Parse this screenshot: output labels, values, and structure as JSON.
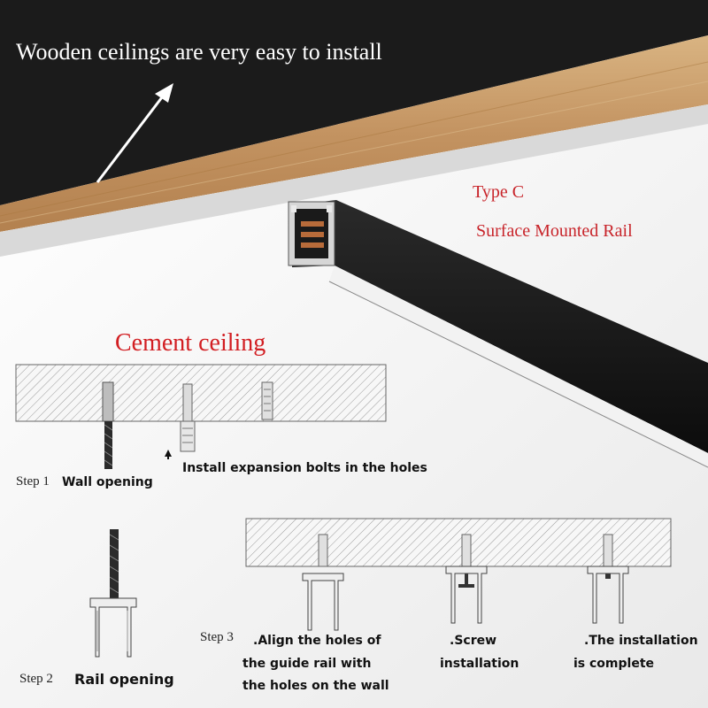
{
  "headline": "Wooden ceilings are very easy to install",
  "product": {
    "type": "Type C",
    "name": "Surface Mounted Rail"
  },
  "cement_title": "Cement ceiling",
  "steps": {
    "step1": {
      "label": "Step 1",
      "desc": "Wall opening",
      "bolts": "Install expansion bolts in the holes"
    },
    "step2": {
      "label": "Step 2",
      "desc": "Rail opening"
    },
    "step3": {
      "label": "Step 3",
      "align_lines": [
        ".Align the holes of",
        "the guide rail with",
        "the holes on the wall"
      ],
      "screw_lines": [
        ".Screw",
        "installation"
      ],
      "complete_lines": [
        ".The installation",
        "is complete"
      ]
    }
  },
  "colors": {
    "headline": "#ffffff",
    "accent_red": "#c8242a",
    "ceiling_dark": "#1a1a1a",
    "wood": "#c9a16e"
  }
}
